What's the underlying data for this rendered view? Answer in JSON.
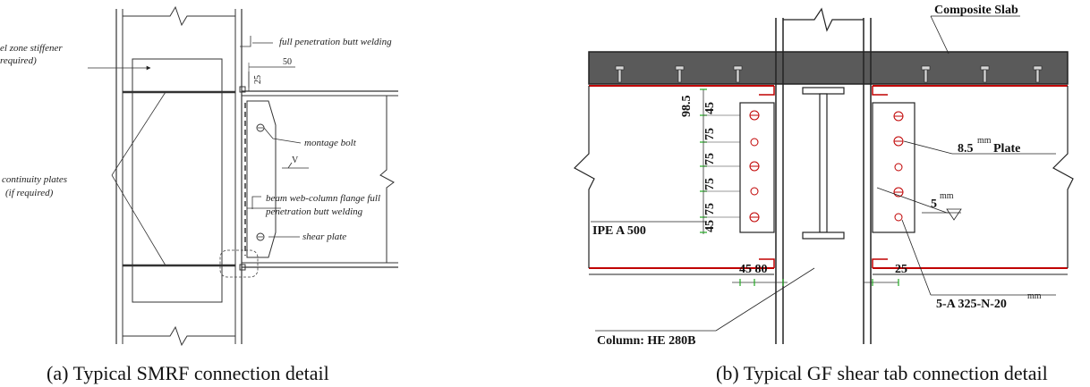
{
  "left": {
    "caption": "(a)   Typical SMRF connection detail",
    "labels": {
      "full_pen_weld": "full penetration butt welding",
      "stiffener_1": "el zone stiffener",
      "stiffener_2": "required)",
      "continuity_1": "continuity plates",
      "continuity_2": "(if required)",
      "montage_bolt": "montage bolt",
      "web_weld_1": "beam web-column flange full",
      "web_weld_2": "penetration butt welding",
      "shear_plate": "shear plate",
      "dim_50": "50",
      "dim_25": "25",
      "weld_v": "V"
    }
  },
  "right": {
    "caption": "(b)   Typical GF shear tab connection detail",
    "labels": {
      "composite_slab": "Composite Slab",
      "plate": "8.5",
      "plate_sup": "mm",
      "plate_word": "Plate",
      "weld": "5",
      "weld_sup": "mm",
      "beam": "IPE A 500",
      "bolts": "5-A 325-N-20",
      "bolts_sup": "mm",
      "column": "Column: HE 280B",
      "dim_45_80": "45  80",
      "dim_25": "25",
      "vert_dims": [
        "98.5",
        "45",
        "75",
        "75",
        "75",
        "75",
        "45"
      ]
    }
  }
}
